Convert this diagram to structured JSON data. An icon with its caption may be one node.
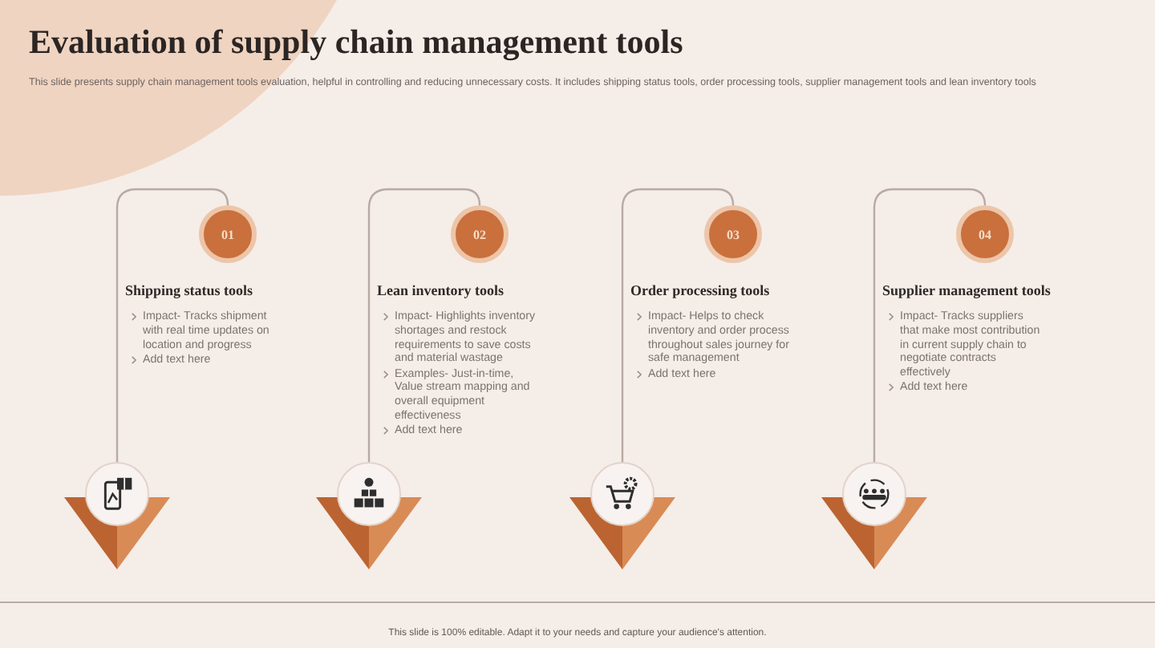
{
  "diagram": {
    "title": "Evaluation of supply chain management tools",
    "nodes": [
      {
        "text": [
          "01"
        ],
        "beside": [
          "Shipping status tools",
          "Impact- Tracks shipment with real time updates on location and progress",
          "Add text here"
        ]
      },
      {
        "text": [],
        "shape": "circle"
      },
      {
        "text": [
          "02"
        ],
        "beside": [
          "Lean inventory tools",
          "Impact- Highlights inventory shortages and restock requirements to save costs and material wastage",
          "Examples- Just-in-time, Value stream mapping and overall equipment effectiveness",
          "Add text here"
        ]
      },
      {
        "text": [],
        "shape": "circle"
      },
      {
        "text": [
          "03"
        ],
        "beside": [
          "Order processing tools",
          "Impact- Helps to check inventory and order process throughout sales journey for safe management",
          "Add text here"
        ]
      },
      {
        "text": [],
        "shape": "circle"
      },
      {
        "text": [
          "04"
        ],
        "beside": [
          "Supplier management tools",
          "Impact- Tracks suppliers that make most contribution in current supply chain to negotiate contracts effectively",
          "Add text here"
        ]
      },
      {
        "text": [],
        "shape": "circle"
      }
    ],
    "edges": [
      {
        "from": 0,
        "to": 1,
        "arrow": "none"
      },
      {
        "from": 2,
        "to": 3,
        "arrow": "none"
      },
      {
        "from": 4,
        "to": 5,
        "arrow": "none"
      },
      {
        "from": 6,
        "to": 7,
        "arrow": "none"
      }
    ],
    "labels": [
      "This slide presents supply chain management tools evaluation, helpful in controlling and reducing unnecessary costs. It includes shipping status tools, order processing tools, supplier management tools and lean inventory tools",
      "This slide is 100% editable. Adapt it to your needs and capture your audience's attention."
    ]
  }
}
